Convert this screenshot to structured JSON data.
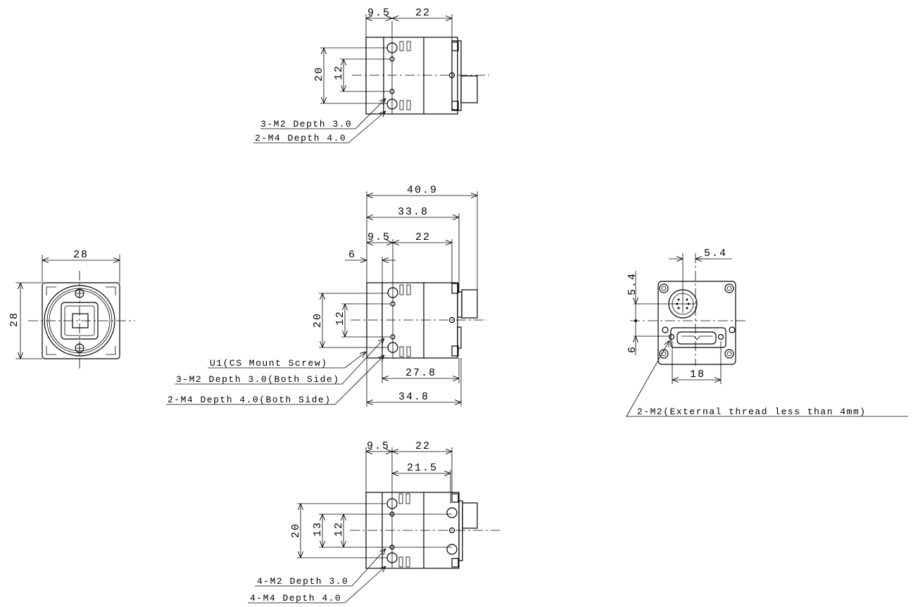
{
  "title": "Camera dimensional drawing (mm)",
  "top_view": {
    "dims": {
      "mount_offset": "9.5",
      "body_length": "22",
      "hole_pitch_outer": "20",
      "hole_pitch_inner": "12"
    },
    "notes": [
      "3-M2 Depth 3.0",
      "2-M4 Depth 4.0"
    ]
  },
  "front_view": {
    "dims": {
      "width": "28",
      "height": "28"
    }
  },
  "side_view": {
    "dims": {
      "overall": "40.9",
      "body_with_flange": "33.8",
      "mount_offset": "9.5",
      "body_length": "22",
      "mount_depth": "6",
      "hole_pitch_outer": "20",
      "hole_pitch_inner": "12",
      "length_from_step": "27.8",
      "length_body": "34.8"
    },
    "notes": [
      "U1(CS Mount Screw)",
      "3-M2 Depth 3.0(Both Side)",
      "2-M4 Depth 4.0(Both Side)"
    ]
  },
  "rear_view": {
    "dims": {
      "connector_x": "5.4",
      "connector_y": "5.4",
      "usb_offset": "6",
      "usb_pitch": "18"
    },
    "notes": [
      "2-M2(External thread less than 4mm)"
    ]
  },
  "bottom_view": {
    "dims": {
      "mount_offset": "9.5",
      "body_length": "22",
      "rear_holes": "21.5",
      "hole_pitch_outer": "20",
      "hole_pitch_mid": "13",
      "hole_pitch_inner": "12"
    },
    "notes": [
      "4-M2 Depth 3.0",
      "4-M4 Depth 4.0"
    ]
  }
}
